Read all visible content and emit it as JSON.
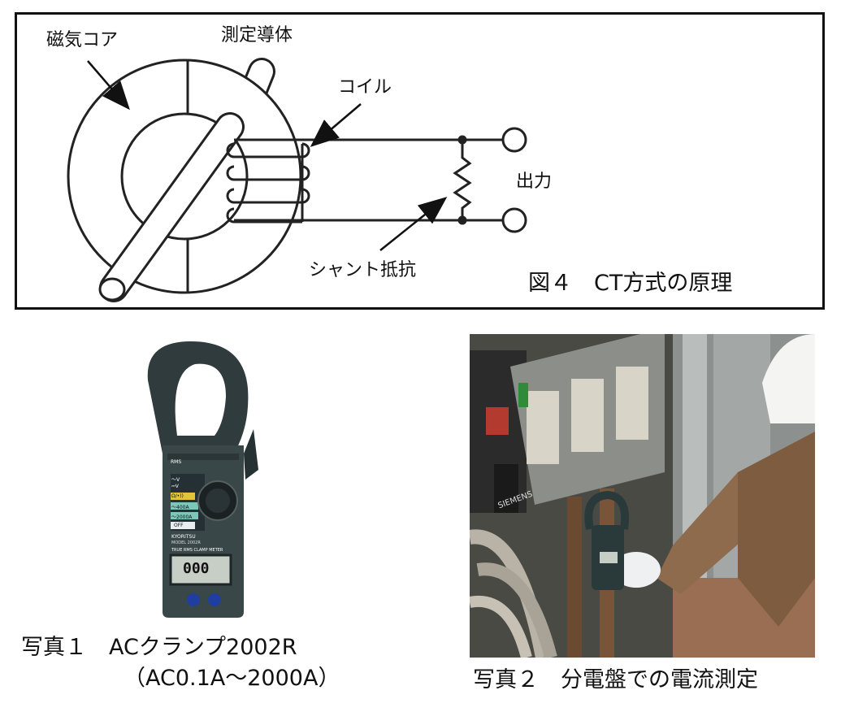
{
  "figure": {
    "labels": {
      "core": "磁気コア",
      "conductor": "測定導体",
      "coil": "コイル",
      "output": "出力",
      "shunt": "シャント抵抗"
    },
    "caption": "図４　CT方式の原理"
  },
  "photo1": {
    "meter": {
      "brand": "KYORITSU",
      "model": "MODEL 2002R",
      "badge": "RMS",
      "title": "TRUE RMS CLAMP METER",
      "display": "000",
      "dial": [
        "〜V",
        "⎓V",
        "Ω/•))",
        "〜400A",
        "〜2000A",
        "OFF"
      ]
    },
    "caption_line1": "写真１　ACクランプ2002R",
    "caption_line2": "（AC0.1A～2000A）"
  },
  "photo2": {
    "panel_label": "SIEMENS",
    "caption": "写真２　分電盤での電流測定"
  }
}
